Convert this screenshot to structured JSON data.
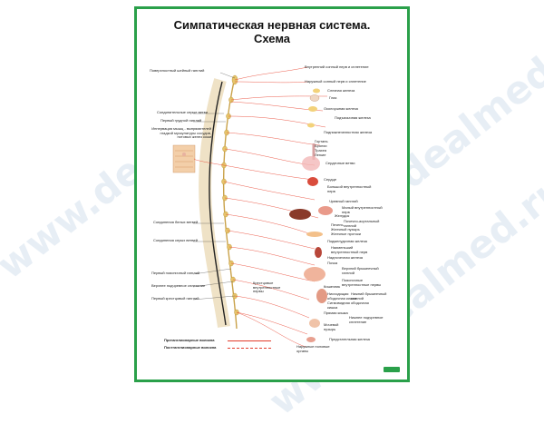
{
  "title_line1": "Симпатическая нервная система.",
  "title_line2": "Схема",
  "left_labels": [
    "Поверхностный шейный ганглий",
    "Соединительные серые ветви",
    "Первый грудной ганглий",
    "Иннервация мышц - выпрямителей гладкой мускулатуры сосудов, потовых желез кожи",
    "Соединения белых ветвей",
    "Соединения серых ветвей",
    "Первый поясничный ганглий",
    "Верхнее подчревное сплетение",
    "Первый крестцовый ганглий",
    "Крестцовые внутренностные нервы"
  ],
  "right_labels": [
    "Внутренний сонный нерв и сплетение",
    "Наружный сонный нерв и сплетение",
    "Слезная железа",
    "Глаз",
    "Околоушная железа",
    "Подъязычная железа",
    "Поднижнечелюстная железа",
    "Гортань",
    "Бронхи",
    "Трахея",
    "Легкие",
    "Сердечные ветви",
    "Сердце",
    "Большой внутренностный нерв",
    "Чревный ганглий",
    "Малый внутренностный нерв",
    "Желудок",
    "Почечно-аортальный ганглий",
    "Печень",
    "Желчный пузырь",
    "Желчные протоки",
    "Поджелудочная железа",
    "Наименьший внутренностный нерв",
    "Надпочечная железа",
    "Почка",
    "Верхний брыжеечный ганглий",
    "Поясничные внутренностные нервы",
    "Кишечник",
    "Нисходящая ободочная кишка",
    "Нижний брыжеечный ганглий",
    "Сигмовидная ободочная кишка",
    "Прямая кишка",
    "Нижнее подчревное сплетение",
    "Мочевой пузырь",
    "Предстательная железа",
    "Наружные половые органы"
  ],
  "legend": [
    {
      "label": "Преганглионарные волокна",
      "color": "#e23b2b"
    },
    {
      "label": "Постганглионарные волокна",
      "color": "#e23b2b"
    }
  ],
  "watermark_text": "www.dealmed.ru",
  "colors": {
    "frame": "#2aa04a",
    "nerve": "#e8402d",
    "ganglion": "#e6c46a",
    "spine": "#f2e7d0"
  }
}
